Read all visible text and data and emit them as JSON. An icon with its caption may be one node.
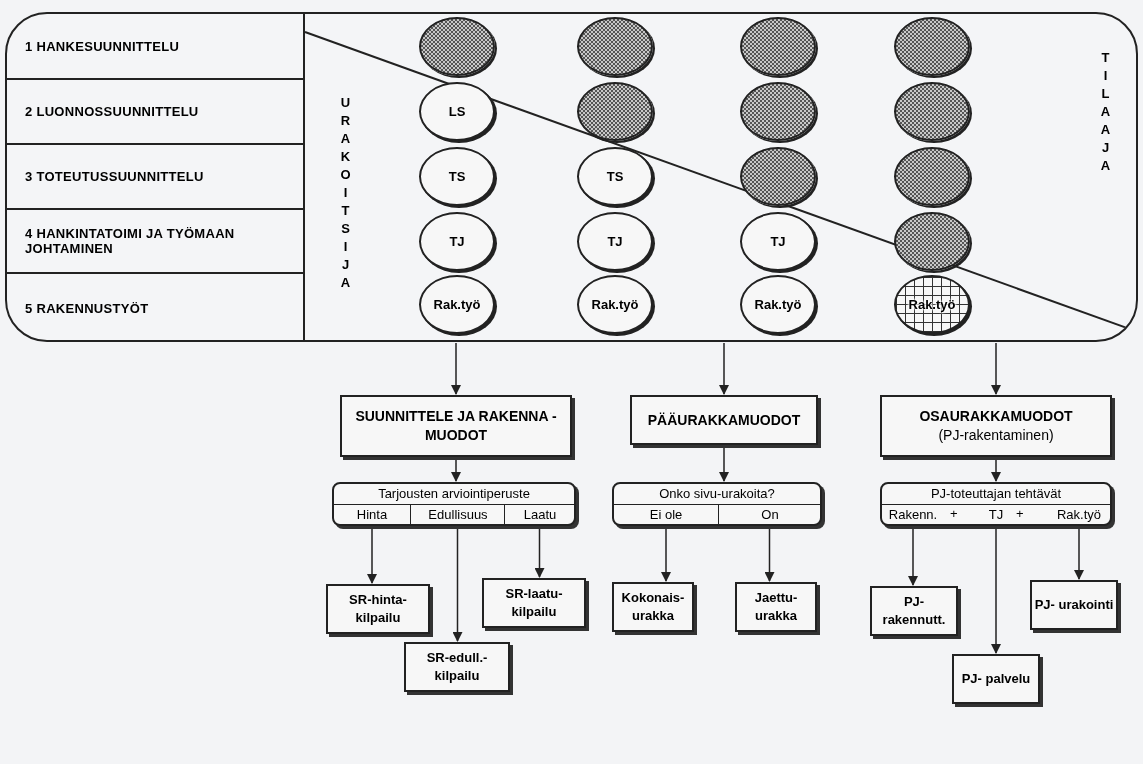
{
  "diagram": {
    "nodes": [
      {
        "text": [],
        "shape": "box"
      },
      {
        "text": [
          "1 HANKESUUNNITTELU"
        ],
        "in": 0
      },
      {
        "text": [
          "2 LUONNOSSUUNNITTELU"
        ],
        "in": 0
      },
      {
        "text": [
          "3 TOTEUTUSSUUNNITTELU"
        ],
        "in": 0
      },
      {
        "text": [
          "4 HANKINTATOIMI JA TYÖMAAN JOHTAMINEN"
        ],
        "in": 0
      },
      {
        "text": [
          "5 RAKENNUSTYÖT"
        ],
        "in": 0
      },
      {
        "text": [],
        "shape": "circle",
        "in": 0
      },
      {
        "text": [],
        "shape": "circle",
        "in": 0
      },
      {
        "text": [],
        "shape": "circle",
        "in": 0
      },
      {
        "text": [],
        "shape": "circle",
        "in": 0
      },
      {
        "text": [
          "LS"
        ],
        "in": 0
      },
      {
        "text": [],
        "shape": "circle",
        "in": 0
      },
      {
        "text": [],
        "shape": "circle",
        "in": 0
      },
      {
        "text": [],
        "shape": "circle",
        "in": 0
      },
      {
        "text": [
          "TS"
        ],
        "in": 0
      },
      {
        "text": [
          "TS"
        ],
        "in": 0
      },
      {
        "text": [],
        "shape": "circle",
        "in": 0
      },
      {
        "text": [],
        "shape": "circle",
        "in": 0
      },
      {
        "text": [
          "TJ"
        ],
        "in": 0
      },
      {
        "text": [
          "TJ"
        ],
        "in": 0
      },
      {
        "text": [
          "TJ"
        ],
        "in": 0
      },
      {
        "text": [],
        "shape": "circle",
        "in": 0
      },
      {
        "text": [
          "Rak.työ"
        ],
        "in": 0
      },
      {
        "text": [
          "Rak.työ"
        ],
        "in": 0
      },
      {
        "text": [
          "Rak.työ"
        ],
        "in": 0
      },
      {
        "text": [
          "Rak.työ"
        ],
        "in": 0
      },
      {
        "text": [
          "SUUNNITTELE JA RAKENNA -MUODOT"
        ]
      },
      {
        "text": [
          "PÄÄURAKKAMUODOT"
        ]
      },
      {
        "text": [
          "OSAURAKKAMUODOT",
          "(PJ-rakentaminen)"
        ]
      },
      {
        "text": [
          "Tarjousten arviointiperuste"
        ]
      },
      {
        "text": [
          "Hinta"
        ],
        "in": 29
      },
      {
        "text": [
          "Edullisuus"
        ],
        "in": 29
      },
      {
        "text": [
          "Laatu"
        ],
        "in": 29
      },
      {
        "text": [
          "Onko sivu-urakoita?"
        ]
      },
      {
        "text": [
          "Ei ole"
        ],
        "in": 33
      },
      {
        "text": [
          "On"
        ],
        "in": 33
      },
      {
        "text": [
          "PJ-toteuttajan tehtävät"
        ]
      },
      {
        "text": [
          "Rakenn."
        ],
        "in": 36
      },
      {
        "text": [
          "TJ"
        ],
        "in": 36
      },
      {
        "text": [
          "Rak.työ"
        ],
        "in": 36
      },
      {
        "text": [
          "SR-hinta- kilpailu"
        ]
      },
      {
        "text": [
          "SR-edull.- kilpailu"
        ]
      },
      {
        "text": [
          "SR-laatu- kilpailu"
        ]
      },
      {
        "text": [
          "Kokonais- urakka"
        ]
      },
      {
        "text": [
          "Jaettu- urakka"
        ]
      },
      {
        "text": [
          "PJ- rakennutt."
        ]
      },
      {
        "text": [
          "PJ- palvelu"
        ]
      },
      {
        "text": [
          "PJ- urakointi"
        ]
      }
    ],
    "edges": [
      {
        "from": 0,
        "to": 26,
        "arrow": "to"
      },
      {
        "from": 0,
        "to": 27,
        "arrow": "to"
      },
      {
        "from": 0,
        "to": 28,
        "arrow": "to"
      },
      {
        "from": 26,
        "to": 29,
        "arrow": "to"
      },
      {
        "from": 27,
        "to": 33,
        "arrow": "to"
      },
      {
        "from": 28,
        "to": 36,
        "arrow": "to"
      },
      {
        "from": 30,
        "to": 40,
        "arrow": "to"
      },
      {
        "from": 31,
        "to": 41,
        "arrow": "to"
      },
      {
        "from": 32,
        "to": 42,
        "arrow": "to"
      },
      {
        "from": 34,
        "to": 43,
        "arrow": "to"
      },
      {
        "from": 35,
        "to": 44,
        "arrow": "to"
      },
      {
        "from": 37,
        "to": 45,
        "arrow": "to"
      },
      {
        "from": 38,
        "to": 46,
        "arrow": "to"
      },
      {
        "from": 39,
        "to": 47,
        "arrow": "to"
      }
    ],
    "labels": [
      "URAKOITSIJA",
      "TILAAJA",
      "+",
      "+"
    ]
  }
}
